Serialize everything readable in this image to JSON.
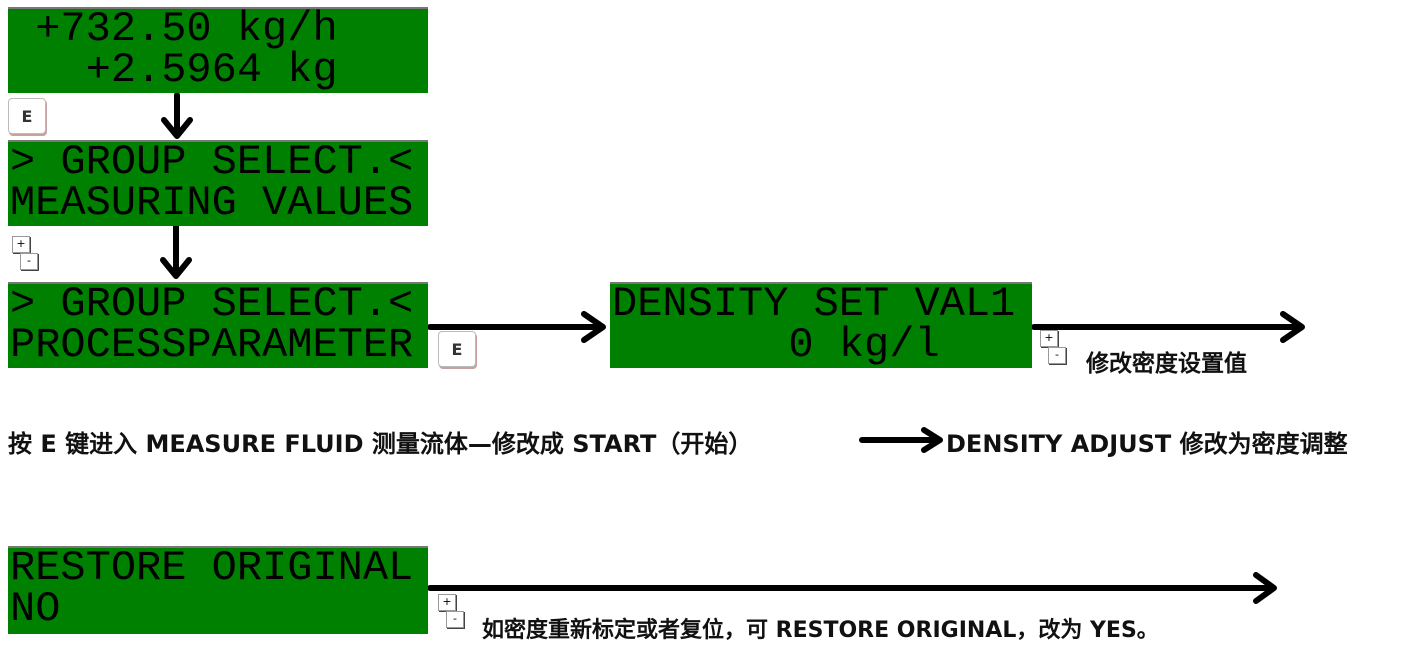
{
  "displays": [
    {
      "line1": " +732.50 kg/h",
      "line2": "   +2.5964 kg"
    },
    {
      "line1": "> GROUP SELECT.<",
      "line2": "MEASURING VALUES"
    },
    {
      "line1": "> GROUP SELECT.<",
      "line2": "PROCESSPARAMETER"
    },
    {
      "line1": "DENSITY SET VAL1",
      "line2": "       0 kg/l"
    },
    {
      "line1": "RESTORE ORIGINAL",
      "line2": "NO"
    }
  ],
  "keys": {
    "e": "E",
    "plus": "+",
    "minus": "-"
  },
  "captions": {
    "density_note": "修改密度设置值",
    "instruction_part1": "按 E 键进入 MEASURE FLUID 测量流体—修改成 START（开始）",
    "instruction_part2": "DENSITY ADJUST 修改为密度调整",
    "restore_note": "如密度重新标定或者复位，可 RESTORE ORIGINAL，改为 YES。"
  }
}
